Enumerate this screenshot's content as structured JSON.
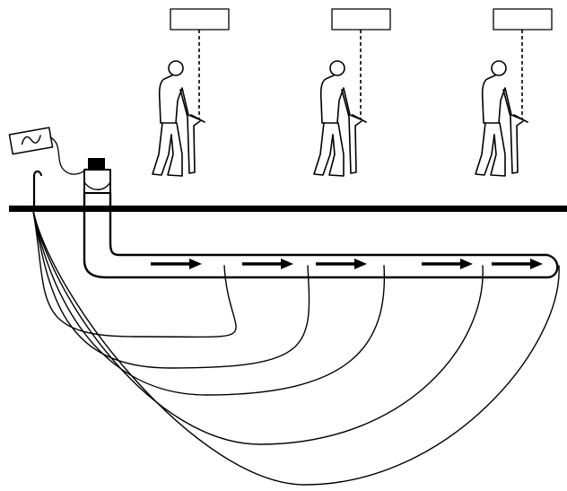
{
  "diagram": {
    "colors": {
      "ink": "#000000",
      "background": "#ffffff"
    },
    "elements": {
      "transmitter": {
        "icon": "ac-source-icon",
        "symbol": "~"
      },
      "operators": {
        "count": 3,
        "icon": "person-with-locator-icon",
        "display_boxes_text": [
          "",
          "",
          ""
        ]
      },
      "ground": {
        "icon": "ground-surface"
      },
      "pipe": {
        "icon": "underground-pipe",
        "arrows": 5
      },
      "return_paths": {
        "count": 5,
        "icon": "current-return-curve"
      }
    }
  }
}
